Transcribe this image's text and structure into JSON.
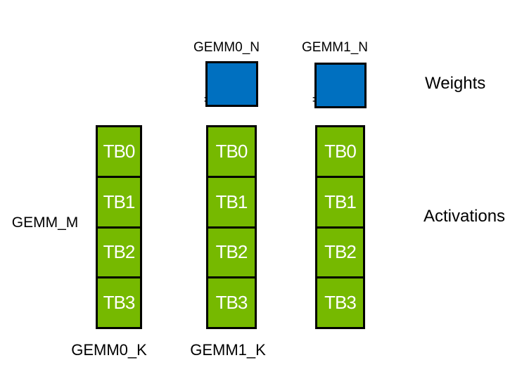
{
  "colors": {
    "background": "#FFFFFF",
    "nvidia_green": "#76B900",
    "blue": "#0070C0",
    "outline": "#000000",
    "label_text": "#000000",
    "cell_text": "#FFFFFF"
  },
  "top_labels": [
    {
      "line1": "GEMM0_N",
      "line2": "= TB_N"
    },
    {
      "line1": "GEMM1_N",
      "line2": "= TB_N"
    }
  ],
  "side_labels": {
    "weights": "Weights",
    "activations": "Activations"
  },
  "left_label": "GEMM_M",
  "bottom_labels": [
    "GEMM0_K",
    "GEMM1_K"
  ],
  "columns": [
    {
      "cells": [
        "TB0",
        "TB1",
        "TB2",
        "TB3"
      ]
    },
    {
      "cells": [
        "TB0",
        "TB1",
        "TB2",
        "TB3"
      ]
    },
    {
      "cells": [
        "TB0",
        "TB1",
        "TB2",
        "TB3"
      ]
    }
  ]
}
